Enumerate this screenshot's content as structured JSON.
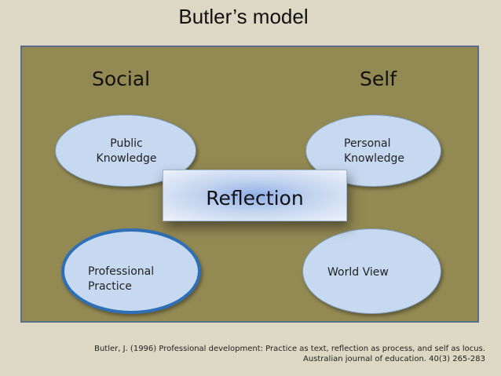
{
  "slide": {
    "title": "Butler’s model"
  },
  "diagram": {
    "headings": {
      "left": "Social",
      "right": "Self"
    },
    "nodes": {
      "public_knowledge": "Public\nKnowledge",
      "personal_knowledge": "Personal\nKnowledge",
      "professional_practice": "Professional\nPractice",
      "world_view": "World View"
    },
    "center": "Reflection",
    "colors": {
      "panel": "#938953",
      "ellipse_fill": "#c6d9f0",
      "highlight_border": "#2e6fb7",
      "background": "#ddd8c4"
    }
  },
  "citation": {
    "line1": "Butler, J. (1996)  Professional development: Practice as text, reflection as process, and self as locus.",
    "line2": "Australian journal of education. 40(3) 265-283"
  }
}
